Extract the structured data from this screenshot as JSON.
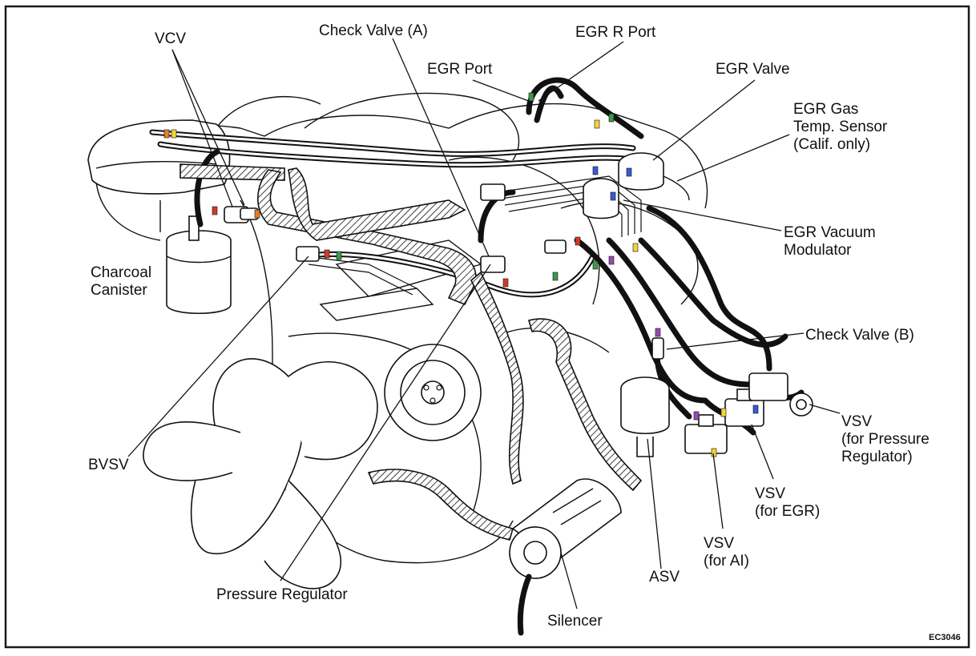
{
  "labels": {
    "vcv": "VCV",
    "check_valve_a": "Check Valve (A)",
    "egr_r_port": "EGR R Port",
    "egr_port": "EGR Port",
    "egr_valve": "EGR Valve",
    "egr_gas_temp_sensor": "EGR Gas\nTemp. Sensor\n(Calif. only)",
    "egr_vacuum_modulator": "EGR Vacuum\nModulator",
    "charcoal_canister": "Charcoal\nCanister",
    "check_valve_b": "Check Valve (B)",
    "vsv_pressure_regulator": "VSV\n(for Pressure\nRegulator)",
    "bvsv": "BVSV",
    "vsv_egr": "VSV\n(for EGR)",
    "vsv_ai": "VSV\n(for AI)",
    "asv": "ASV",
    "pressure_regulator": "Pressure Regulator",
    "silencer": "Silencer"
  },
  "figure_code": "EC3046",
  "colors": {
    "ink": "#111111",
    "frame": "#1a1a1a",
    "tag_red": "#d23a2a",
    "tag_yellow": "#f2d33a",
    "tag_green": "#3a9a4a",
    "tag_blue": "#3a5ad2",
    "tag_violet": "#9a4ab0",
    "tag_orange": "#e2802a"
  }
}
